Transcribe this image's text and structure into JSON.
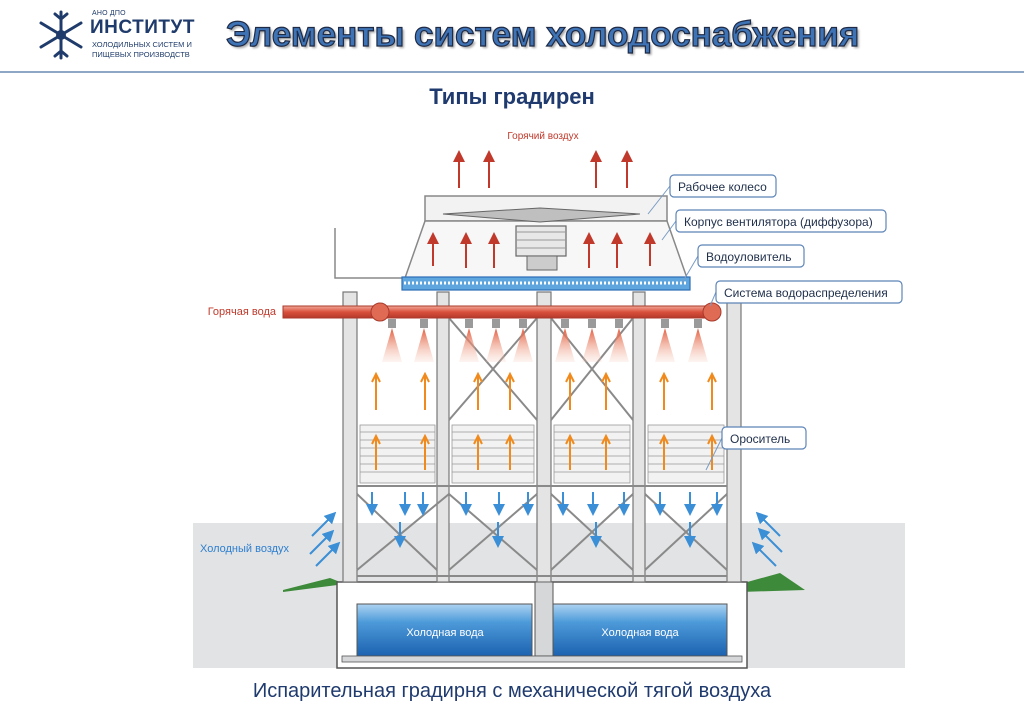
{
  "header": {
    "org_small": "АНО ДПО",
    "org_name": "ИНСТИТУТ",
    "org_line1": "ХОЛОДИЛЬНЫХ СИСТЕМ И",
    "org_line2": "ПИЩЕВЫХ ПРОИЗВОДСТВ",
    "title": "Элементы систем холодоснабжения"
  },
  "subtitle": "Типы градирен",
  "diagram": {
    "hot_air": "Горячий воздух",
    "hot_water": "Горячая вода",
    "cold_air": "Холодный воздух",
    "cold_water_left": "Холодная вода",
    "cold_water_right": "Холодная вода",
    "callouts": {
      "impeller": "Рабочее колесо",
      "fan_housing": "Корпус вентилятора (диффузора)",
      "drift_eliminator": "Водоуловитель",
      "distribution": "Система водораспределения",
      "fill": "Ороситель"
    }
  },
  "caption": "Испарительная градирня с механической тягой воздуха",
  "colors": {
    "title_blue": "#3e73b6",
    "hot_red": "#c0392b",
    "cold_blue": "#2d7fd0",
    "arrow_orange": "#f08a1c",
    "ground_green": "#3d8a3a"
  }
}
